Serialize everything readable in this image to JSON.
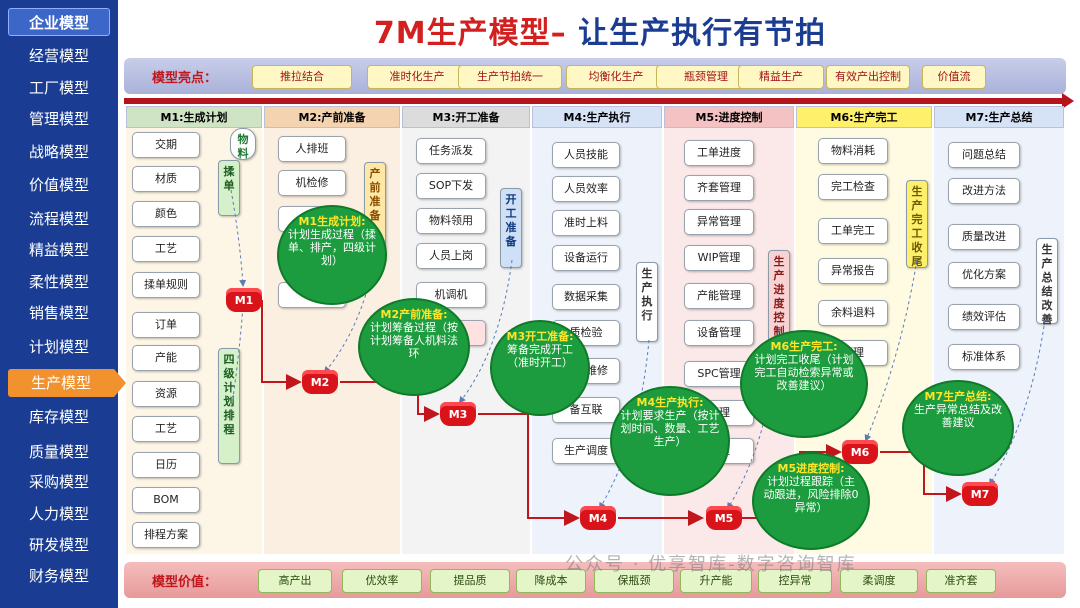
{
  "title_part1": "7M生产模型–",
  "title_part2": " 让生产执行有节拍",
  "sidebar": [
    "企业模型",
    "经营模型",
    "工厂模型",
    "管理模型",
    "战略模型",
    "价值模型",
    "流程模型",
    "精益模型",
    "柔性模型",
    "销售模型",
    "计划模型",
    "生产模型",
    "库存模型",
    "质量模型",
    "采购模型",
    "人力模型",
    "研发模型",
    "财务模型"
  ],
  "highlights": {
    "label": "模型亮点：",
    "chips": [
      "推拉结合",
      "准时化生产",
      "生产节拍统一",
      "均衡化生产",
      "瓶颈管理",
      "精益生产",
      "有效产出控制",
      "价值流"
    ]
  },
  "values": {
    "label": "模型价值：",
    "chips": [
      "高产出",
      "优效率",
      "提品质",
      "降成本",
      "保瓶颈",
      "升产能",
      "控异常",
      "柔调度",
      "准齐套"
    ]
  },
  "columns": [
    {
      "head": "M1:生成计划",
      "items": [
        "交期",
        "材质",
        "颜色",
        "工艺",
        "揉单规则",
        "订单",
        "产能",
        "资源",
        "工艺",
        "日历",
        "BOM",
        "排程方案"
      ]
    },
    {
      "head": "M2:产前准备",
      "items": [
        "人排班",
        "机检修",
        "料",
        "具"
      ]
    },
    {
      "head": "M3:开工准备",
      "items": [
        "任务派发",
        "SOP下发",
        "物料领用",
        "人员上岗",
        "机调机",
        "首"
      ]
    },
    {
      "head": "M4:生产执行",
      "items": [
        "人员技能",
        "人员效率",
        "准时上料",
        "设备运行",
        "数据采集",
        "质检验",
        "设备维修",
        "备互联",
        "生产调度"
      ]
    },
    {
      "head": "M5:进度控制",
      "items": [
        "工单进度",
        "齐套管理",
        "异常管理",
        "WIP管理",
        "产能管理",
        "设备管理",
        "SPC管理",
        "管理",
        "管理"
      ]
    },
    {
      "head": "M6:生产完工",
      "items": [
        "物料消耗",
        "完工检查",
        "工单完工",
        "异常报告",
        "余料退料",
        "管理"
      ]
    },
    {
      "head": "M7:生产总结",
      "items": [
        "问题总结",
        "改进方法",
        "质量改进",
        "优化方案",
        "绩效评估",
        "标准体系"
      ]
    }
  ],
  "vboxes": {
    "wuliao": "物料",
    "roudan": "揉单",
    "sijijihua": "四级计划排程",
    "chanqian": "产前准备",
    "kaigong": "开工准备",
    "shengchan": "生产执行",
    "jindu": "生产进度控制",
    "wangong": "生产完工收尾",
    "zongjie": "生产总结改善"
  },
  "nodes": [
    "M1",
    "M2",
    "M3",
    "M4",
    "M5",
    "M6",
    "M7"
  ],
  "bubbles": [
    {
      "title": "M1生成计划:",
      "body": "计划生成过程（揉单、排产，四级计划）"
    },
    {
      "title": "M2产前准备:",
      "body": "计划筹备过程（按计划筹备人机料法环"
    },
    {
      "title": "M3开工准备:",
      "body": "筹备完成开工（准时开工）"
    },
    {
      "title": "M4生产执行:",
      "body": "计划要求生产（按计划时间、数量、工艺生产）"
    },
    {
      "title": "M5进度控制:",
      "body": "计划过程跟踪（主动跟进，风险排除0异常）"
    },
    {
      "title": "M6生产完工:",
      "body": "计划完工收尾（计划完工自动检索异常或改善建议）"
    },
    {
      "title": "M7生产总结:",
      "body": "生产异常总结及改善建议"
    }
  ],
  "watermark": "公众号 · 优享智库-数字咨询智库",
  "colors": {
    "brand_blue": "#1a3d93",
    "accent_red": "#d21f1f",
    "active_orange": "#f2922e",
    "bubble_green": "#1c9c3e"
  }
}
